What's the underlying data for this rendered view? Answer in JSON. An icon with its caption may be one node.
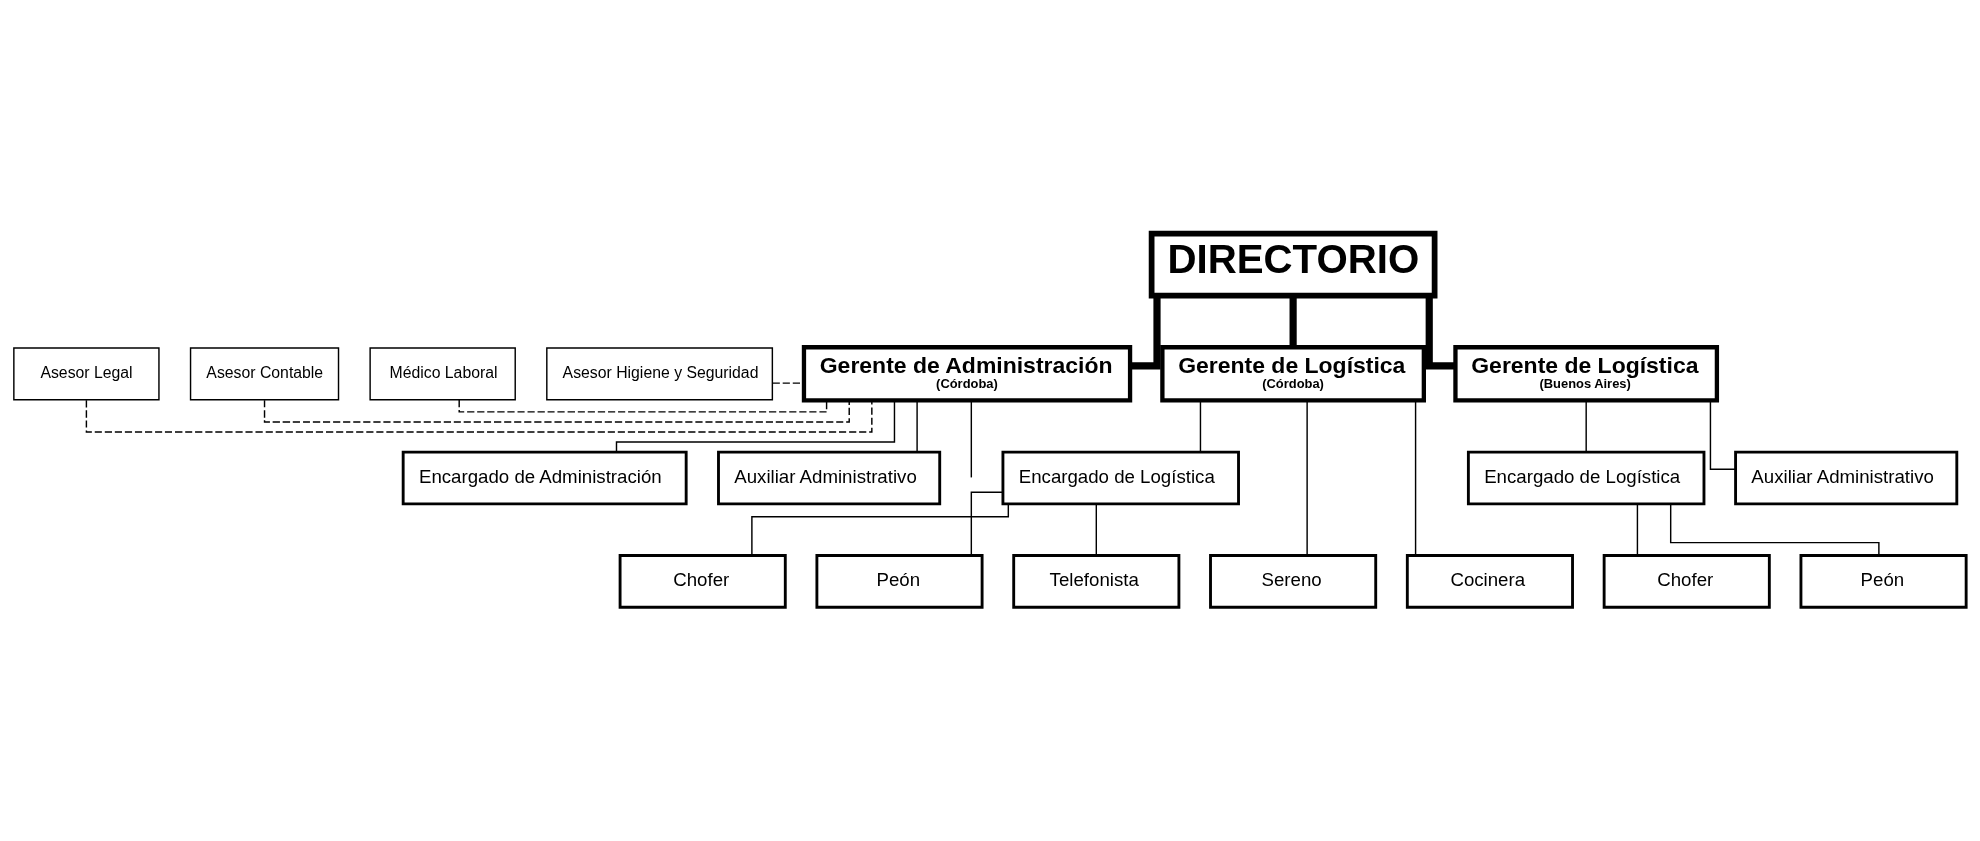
{
  "diagram": {
    "nodes": [
      {
        "text": [
          "DIRECTORIO"
        ]
      },
      {
        "text": [
          "Asesor Legal"
        ]
      },
      {
        "text": [
          "Asesor Contable"
        ]
      },
      {
        "text": [
          "Médico Laboral"
        ]
      },
      {
        "text": [
          "Asesor Higiene y Seguridad"
        ]
      },
      {
        "text": [
          "Gerente de Administración",
          "(Córdoba)"
        ]
      },
      {
        "text": [
          "Gerente de Logística",
          "(Córdoba)"
        ]
      },
      {
        "text": [
          "Gerente de Logística",
          "(Buenos Aires)"
        ]
      },
      {
        "text": [
          "Encargado de Administración"
        ]
      },
      {
        "text": [
          "Auxiliar Administrativo"
        ]
      },
      {
        "text": [
          "Encargado de Logística"
        ]
      },
      {
        "text": [
          "Encargado de Logística"
        ]
      },
      {
        "text": [
          "Auxiliar Administrativo"
        ]
      },
      {
        "text": [
          "Telefonista"
        ]
      },
      {
        "text": [
          "Chofer"
        ]
      },
      {
        "text": [
          "Peón"
        ]
      },
      {
        "text": [
          "Sereno"
        ]
      },
      {
        "text": [
          "Cocinera"
        ]
      },
      {
        "text": [
          "Chofer"
        ]
      },
      {
        "text": [
          "Peón"
        ]
      }
    ],
    "edges": [
      {
        "from": 0,
        "to": 5,
        "arrow": "none",
        "style": "thick"
      },
      {
        "from": 0,
        "to": 6,
        "arrow": "none",
        "style": "thick"
      },
      {
        "from": 0,
        "to": 7,
        "arrow": "none",
        "style": "thick"
      },
      {
        "from": 1,
        "to": 5,
        "arrow": "none",
        "style": "dashed"
      },
      {
        "from": 2,
        "to": 5,
        "arrow": "none",
        "style": "dashed"
      },
      {
        "from": 3,
        "to": 5,
        "arrow": "none",
        "style": "dashed"
      },
      {
        "from": 4,
        "to": 5,
        "arrow": "none",
        "style": "dashed"
      },
      {
        "from": 5,
        "to": 8,
        "arrow": "none"
      },
      {
        "from": 5,
        "to": 9,
        "arrow": "none"
      },
      {
        "from": 5,
        "to": null,
        "arrow": "none"
      },
      {
        "from": 6,
        "to": 10,
        "arrow": "none"
      },
      {
        "from": 6,
        "to": 16,
        "arrow": "none"
      },
      {
        "from": 6,
        "to": 17,
        "arrow": "none"
      },
      {
        "from": 10,
        "to": 13,
        "arrow": "none"
      },
      {
        "from": 10,
        "to": 14,
        "arrow": "none"
      },
      {
        "from": 10,
        "to": 15,
        "arrow": "none"
      },
      {
        "from": 7,
        "to": 11,
        "arrow": "none"
      },
      {
        "from": 7,
        "to": 12,
        "arrow": "none"
      },
      {
        "from": 11,
        "to": 18,
        "arrow": "none"
      },
      {
        "from": 11,
        "to": 19,
        "arrow": "none"
      }
    ]
  }
}
